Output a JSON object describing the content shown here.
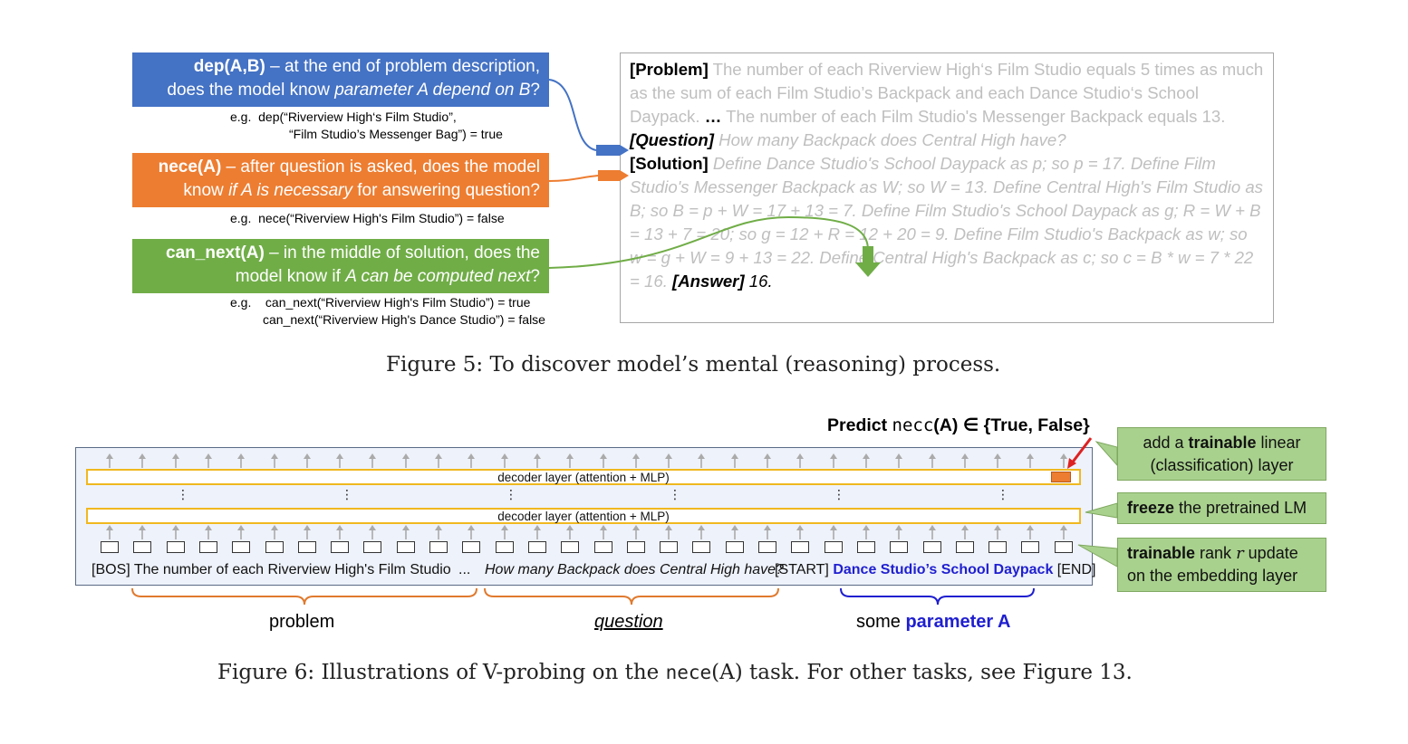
{
  "fig5": {
    "dep": {
      "name": "dep(A,B)",
      "text1": " – at the end of problem description,",
      "text2a": "does the model know ",
      "text2b": "parameter A depend on B",
      "text2c": "?",
      "eg1": "e.g.  dep(“Riverview High‘s Film Studio”,",
      "eg2": "“Film Studio’s Messenger Bag”) = true"
    },
    "nece": {
      "name": "nece(A)",
      "text1": " –  after question is asked, does the model",
      "text2a": "know ",
      "text2b": "if A is necessary",
      "text2c": " for answering question?",
      "eg1": "e.g.  nece(“Riverview High's Film Studio”) = false"
    },
    "can_next": {
      "name": "can_next(A)",
      "text1": " – in the middle of solution, does the",
      "text2a": "model know if ",
      "text2b": "A can be computed next",
      "text2c": "?",
      "eg1": "e.g.    can_next(“Riverview High's Film Studio”) = true",
      "eg2": "can_next(“Riverview High's Dance Studio”) = false"
    },
    "panel": {
      "problem_tag": "[Problem]",
      "problem_text": " The number of each Riverview High‘s Film Studio equals 5 times as much as the sum of each Film Studio’s Backpack and each Dance Studio‘s School Daypack. ",
      "ellipsis": "…",
      "problem_text2": " The number of each Film Studio's Messenger Backpack equals 13.",
      "question_tag": "[Question]",
      "question_text": " How many Backpack does Central High have?",
      "solution_tag": "[Solution]",
      "solution_text": " Define Dance Studio's School Daypack as p; so p = 17. Define Film Studio's Messenger Backpack as W; so W = 13. Define Central High's Film Studio as B; so B = p + W = 17 + 13 = 7. Define Film Studio's School Daypack as g; R = W + B = 13 + 7 = 20; so g = 12 + R = 12 + 20 = 9. Define Film Studio's Backpack as w; so w = g + W = 9 + 13 = 22. Define Central High's Backpack as c; so c = B * w = 7 * 22 = 16. ",
      "answer_tag": "[Answer]",
      "answer_text": " 16."
    },
    "caption": "Figure 5: To discover model’s mental (reasoning) process."
  },
  "fig6": {
    "predict_prefix": "Predict ",
    "predict_mono": "necc",
    "predict_suffix": "(A) ∈ {True, False}",
    "decoder_top": "decoder layer (attention + MLP)",
    "decoder_bottom": "decoder layer (attention + MLP)",
    "seq_problem": "[BOS] The number of each Riverview High's Film Studio",
    "seq_dots": "...",
    "seq_question": "How many Backpack does Central High have?",
    "seq_start": " [START] ",
    "seq_param": "Dance Studio’s School Daypack",
    "seq_end": " [END]",
    "label_problem": "problem",
    "label_question": "question",
    "label_param_prefix": "some ",
    "label_param": "parameter A",
    "note_linear_1": "add a ",
    "note_linear_bold": "trainable",
    "note_linear_2": " linear",
    "note_linear_3": "(classification) layer",
    "note_freeze_bold": "freeze",
    "note_freeze_rest": " the pretrained LM",
    "note_rank_bold": "trainable",
    "note_rank_1": " rank ",
    "note_rank_r": "r",
    "note_rank_2": " update",
    "note_rank_3": "on the embedding layer",
    "caption_1": "Figure 6: Illustrations of V-probing on the ",
    "caption_mono": "nece",
    "caption_2": "(A) task. For other tasks, see Figure 13.",
    "colors": {
      "param_blue": "#1f1fd0",
      "brace_orange": "#e07a2e",
      "brace_blue": "#1f1fd0",
      "layer_yellow": "#f0b820"
    }
  }
}
